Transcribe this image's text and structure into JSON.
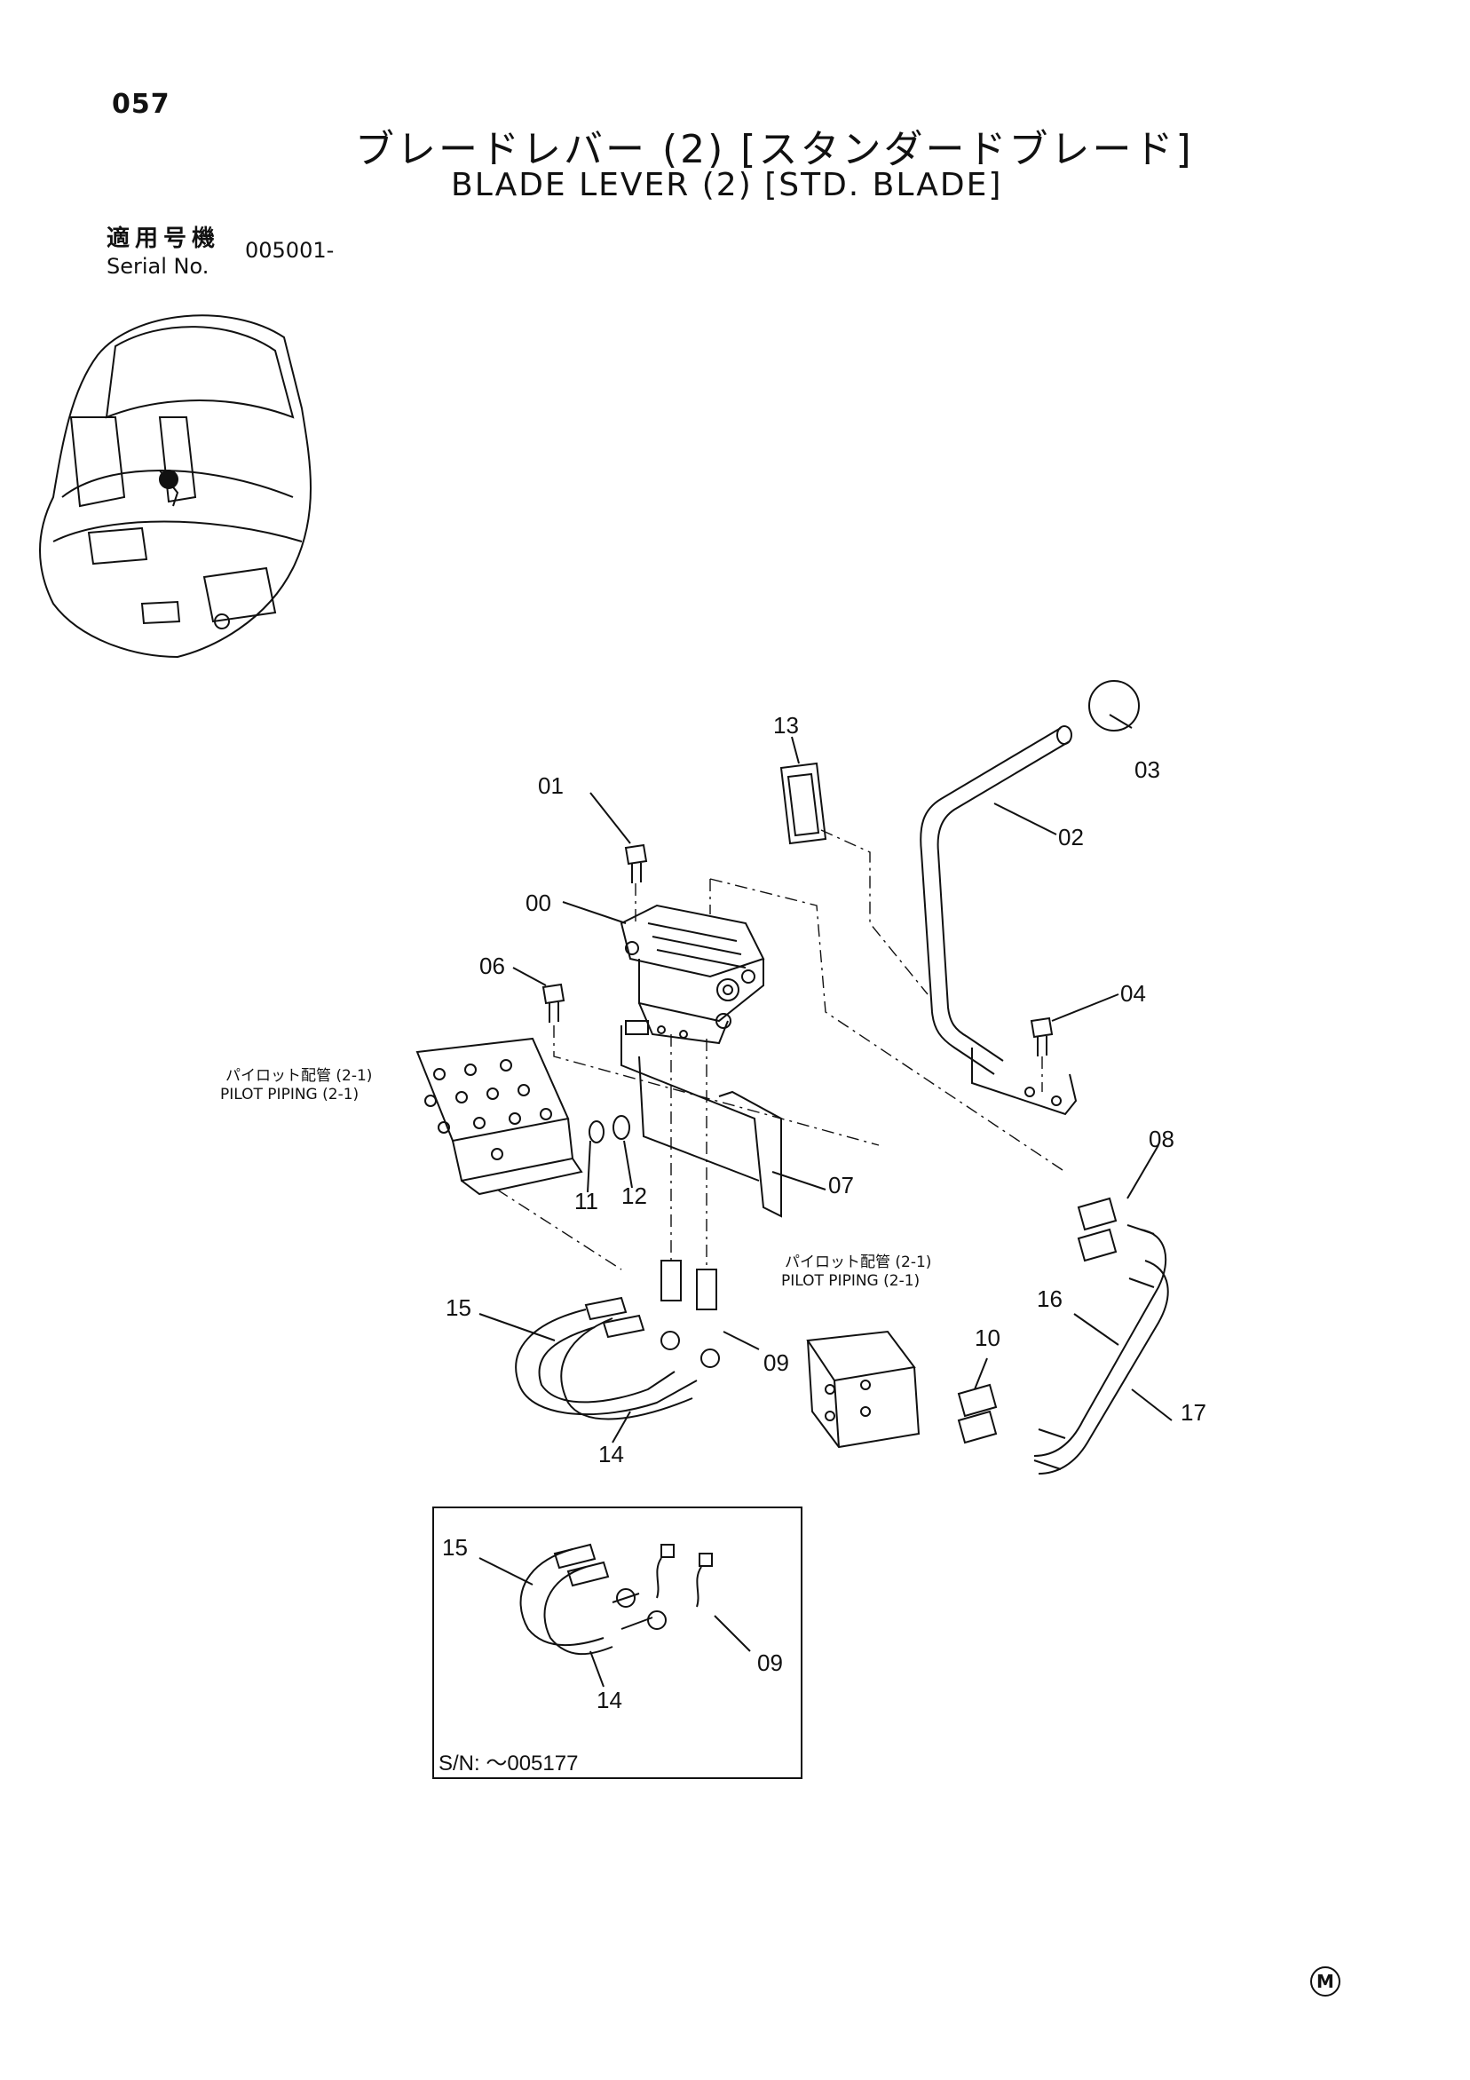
{
  "header": {
    "page_number": "057",
    "title_jp": "ブレードレバー (2) [スタンダードブレード]",
    "title_en": "BLADE LEVER (2) [STD. BLADE]",
    "serial_label_jp": "適用号機",
    "serial_label_en": "Serial No.",
    "serial_value": "005001-"
  },
  "parts": [
    {
      "no": "00"
    },
    {
      "no": "01"
    },
    {
      "no": "02"
    },
    {
      "no": "03"
    },
    {
      "no": "04"
    },
    {
      "no": "06"
    },
    {
      "no": "07"
    },
    {
      "no": "08"
    },
    {
      "no": "09"
    },
    {
      "no": "10"
    },
    {
      "no": "11"
    },
    {
      "no": "12"
    },
    {
      "no": "13"
    },
    {
      "no": "14"
    },
    {
      "no": "15"
    },
    {
      "no": "16"
    },
    {
      "no": "17"
    }
  ],
  "notes": {
    "pilot_left_jp": "パイロット配管 (2-1)",
    "pilot_left_en": "PILOT PIPING (2-1)",
    "pilot_right_jp": "パイロット配管 (2-1)",
    "pilot_right_en": "PILOT PIPING (2-1)"
  },
  "inset": {
    "serial_note": "S/N: ～005177",
    "parts": [
      {
        "no": "15"
      },
      {
        "no": "14"
      },
      {
        "no": "09"
      }
    ]
  },
  "footer_mark": "M"
}
